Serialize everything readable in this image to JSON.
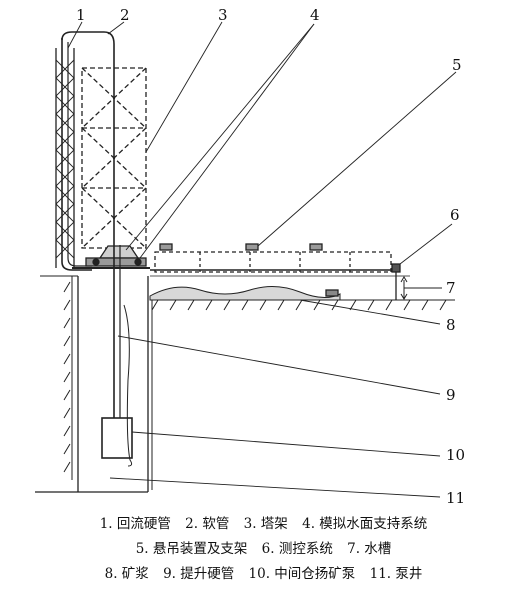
{
  "callouts": [
    "1",
    "2",
    "3",
    "4",
    "5",
    "6",
    "7",
    "8",
    "9",
    "10",
    "11"
  ],
  "legend": [
    "1. 回流硬管",
    "2. 软管",
    "3. 塔架",
    "4. 模拟水面支持系统",
    "5. 悬吊装置及支架",
    "6. 测控系统",
    "7. 水槽",
    "8. 矿浆",
    "9. 提升硬管",
    "10. 中间仓扬矿泵",
    "11. 泵井"
  ]
}
